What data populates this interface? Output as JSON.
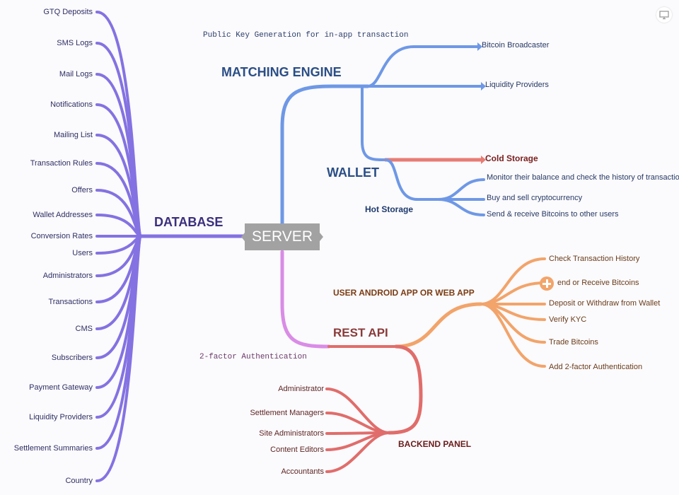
{
  "colors": {
    "database": "#8472e2",
    "blue": "#6e98e6",
    "cold": "#e77c74",
    "rest_pink": "#d98ce6",
    "orange": "#f2a46a",
    "red": "#e06d6b",
    "server": "#a2a2a2"
  },
  "server": {
    "label": "SERVER"
  },
  "database": {
    "label": "DATABASE",
    "items": [
      "GTQ Deposits",
      "SMS Logs",
      "Mail Logs",
      "Notifications",
      "Mailing List",
      "Transaction Rules",
      "Offers",
      "Wallet Addresses",
      "Conversion Rates",
      "Users",
      "Administrators",
      "Transactions",
      "CMS",
      "Subscribers",
      "Payment Gateway",
      "Liquidity Providers",
      "Settlement Summaries",
      "Country"
    ]
  },
  "matching_engine": {
    "label": "MATCHING ENGINE",
    "note": "Public Key Generation for in-app transaction",
    "items": [
      "Bitcoin Broadcaster",
      "Liquidity Providers"
    ]
  },
  "wallet": {
    "label": "WALLET",
    "cold_storage": "Cold Storage",
    "hot_storage": {
      "label": "Hot Storage",
      "items": [
        "Monitor their balance and check the history of transactions",
        "Buy and sell cryptocurrency",
        "Send & receive Bitcoins to other users"
      ]
    }
  },
  "rest_api": {
    "label": "REST API",
    "note": "2-factor Authentication",
    "user_app": {
      "label": "USER ANDROID APP OR WEB APP",
      "items": [
        "Check Transaction History",
        "end or Receive Bitcoins",
        "Deposit or Withdraw from Wallet",
        "Verify KYC",
        "Trade Bitcoins",
        "Add 2-factor Authentication"
      ]
    },
    "backend": {
      "label": "BACKEND PANEL",
      "items": [
        "Administrator",
        "Settlement Managers",
        "Site Administrators",
        "Content Editors",
        "Accountants"
      ]
    }
  },
  "icons": {
    "view_toggle": "monitor-icon",
    "expand": "plus-icon"
  }
}
